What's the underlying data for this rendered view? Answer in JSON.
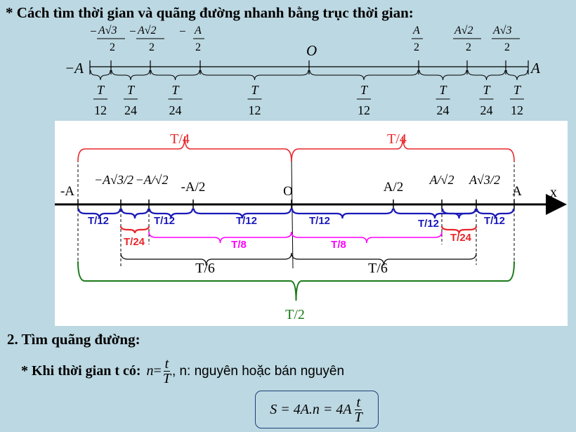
{
  "heading": "* Cách tìm thời gian và quãng đường nhanh bằng trục thời gian:",
  "top_axis": {
    "left_end": "−A",
    "right_end": "A",
    "origin": "O",
    "points": [
      {
        "sign": "−",
        "num": "A√3",
        "den": "2"
      },
      {
        "sign": "−",
        "num": "A√2",
        "den": "2"
      },
      {
        "sign": "−",
        "num": "A",
        "den": "2"
      },
      {
        "sign": "",
        "num": "A",
        "den": "2"
      },
      {
        "sign": "",
        "num": "A√2",
        "den": "2"
      },
      {
        "sign": "",
        "num": "A√3",
        "den": "2"
      }
    ],
    "intervals": [
      {
        "num": "T",
        "den": "12"
      },
      {
        "num": "T",
        "den": "24"
      },
      {
        "num": "T",
        "den": "24"
      },
      {
        "num": "T",
        "den": "12"
      },
      {
        "num": "T",
        "den": "12"
      },
      {
        "num": "T",
        "den": "24"
      },
      {
        "num": "T",
        "den": "24"
      },
      {
        "num": "T",
        "den": "12"
      }
    ]
  },
  "diagram": {
    "axis_label": "x",
    "point_labels": {
      "neg_a": "-A",
      "neg_a_sqrt3": "−A√3/2",
      "neg_a_sqrt2": "−A/√2",
      "neg_half": "-A/2",
      "origin": "O",
      "pos_half": "A/2",
      "pos_a_sqrt2": "A/√2",
      "pos_a_sqrt3": "A√3/2",
      "pos_a": "A"
    },
    "quarter_left": "T/4",
    "quarter_right": "T/4",
    "t12": "T/12",
    "t24": "T/24",
    "t8": "T/8",
    "t6": "T/6",
    "half": "T/2",
    "colors": {
      "red": "#e8262a",
      "blue": "#1a1ab8",
      "magenta": "#ff00ff",
      "black": "#000000",
      "green": "#1a7a1a"
    }
  },
  "section_title": "2. Tìm quãng đường:",
  "condition": {
    "lead": "* Khi thời gian t có:",
    "n": "n",
    "eq": "=",
    "num": "t",
    "den": "T",
    "tail": ", n: nguyên hoặc bán nguyên"
  },
  "formula": {
    "left": "S = 4A.n = 4A",
    "num": "t",
    "den": "T"
  }
}
